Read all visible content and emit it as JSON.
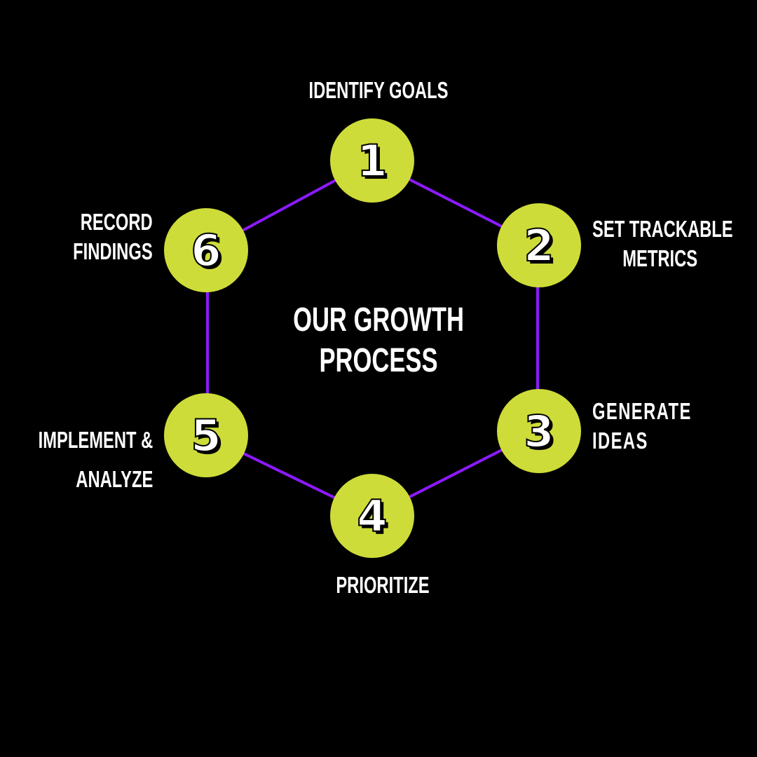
{
  "title": {
    "line1": "OUR GROWTH",
    "line2": "PROCESS"
  },
  "colors": {
    "node": "#cddc39",
    "connector": "#8c1aff",
    "background": "#000000"
  },
  "steps": [
    {
      "number": "1",
      "label1": "IDENTIFY GOALS",
      "label2": ""
    },
    {
      "number": "2",
      "label1": "SET TRACKABLE",
      "label2": "METRICS"
    },
    {
      "number": "3",
      "label1": "GENERATE",
      "label2": "IDEAS"
    },
    {
      "number": "4",
      "label1": "PRIORITIZE",
      "label2": ""
    },
    {
      "number": "5",
      "label1": "IMPLEMENT &",
      "label2": "ANALYZE"
    },
    {
      "number": "6",
      "label1": "RECORD",
      "label2": "FINDINGS"
    }
  ]
}
